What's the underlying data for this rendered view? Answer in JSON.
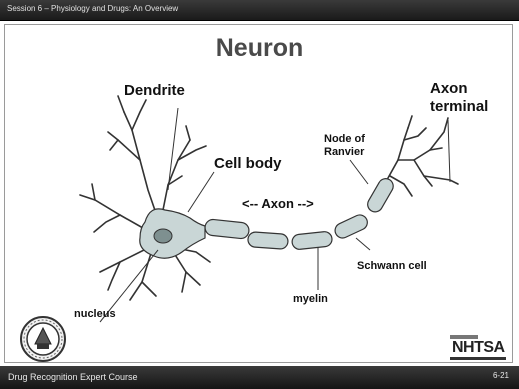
{
  "header": {
    "session_text": "Session 6 – Physiology and Drugs: An Overview"
  },
  "slide": {
    "title": "Neuron"
  },
  "diagram": {
    "labels": {
      "dendrite": "Dendrite",
      "cell_body": "Cell body",
      "axon": "<-- Axon -->",
      "node_of_ranvier_line1": "Node of",
      "node_of_ranvier_line2": "Ranvier",
      "axon_terminal_line1": "Axon",
      "axon_terminal_line2": "terminal",
      "schwann_cell": "Schwann cell",
      "myelin": "myelin",
      "nucleus": "nucleus"
    },
    "colors": {
      "cell_fill": "#c9d6d6",
      "outline": "#333333"
    }
  },
  "footer": {
    "course_name": "Drug Recognition Expert Course",
    "slide_number": "6-21",
    "logo_text": "NHTSA"
  }
}
